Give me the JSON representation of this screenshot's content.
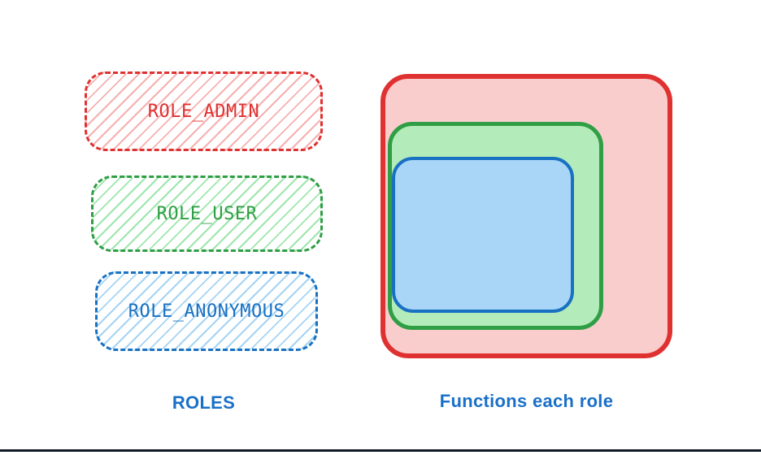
{
  "colors": {
    "red_stroke": "#e03131",
    "red_hatch": "#f6b0b0",
    "red_solid": "#facdcd",
    "green_stroke": "#2f9e44",
    "green_hatch": "#9de6ad",
    "green_solid": "#b3ecba",
    "blue_stroke": "#1971c2",
    "blue_hatch": "#a5d4f3",
    "blue_solid": "#a9d6f7",
    "caption_blue": "#1a70c8",
    "footer_line": "#101826"
  },
  "roles_panel": {
    "caption": "ROLES",
    "items": [
      {
        "label": "ROLE_ADMIN"
      },
      {
        "label": "ROLE_USER"
      },
      {
        "label": "ROLE_ANONYMOUS"
      }
    ]
  },
  "functions_panel": {
    "caption": "Functions each role",
    "rings": [
      {
        "role": "ROLE_ADMIN"
      },
      {
        "role": "ROLE_USER"
      },
      {
        "role": "ROLE_ANONYMOUS"
      }
    ]
  }
}
